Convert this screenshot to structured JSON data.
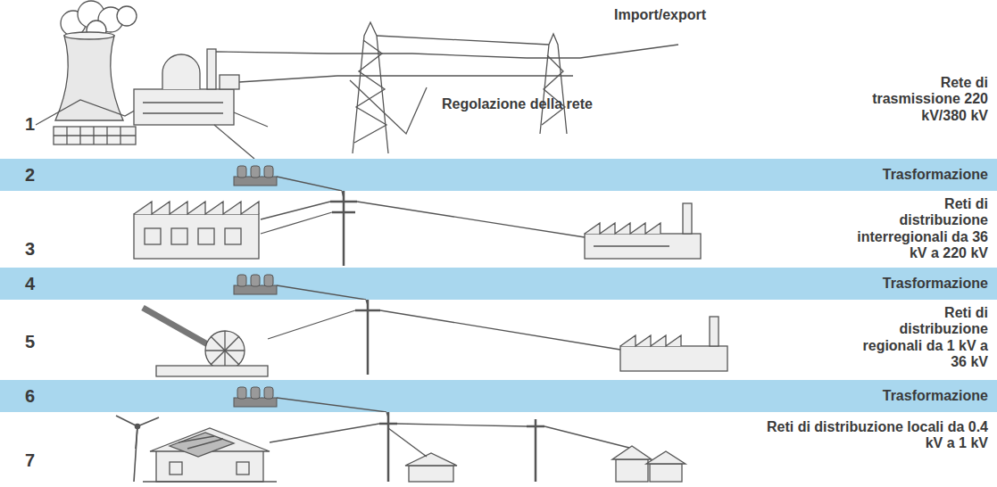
{
  "diagram": {
    "nodes": [
      {
        "text": [
          "2",
          "Trasformazione"
        ]
      },
      {
        "text": [
          "4",
          "Trasformazione"
        ]
      },
      {
        "text": [
          "6",
          "Trasformazione"
        ]
      }
    ],
    "labels": [
      "1",
      "Import/export",
      "Rete di trasmissione 220 kV/380 kV",
      "Regolazione della rete",
      "3",
      "Reti di distribuzione interregionali da 36 kV a 220 kV",
      "5",
      "Reti di distribuzione regionali da 1 kV a 36 kV",
      "7",
      "Reti di distribuzione locali da 0.4 kV a 1 kV"
    ]
  }
}
